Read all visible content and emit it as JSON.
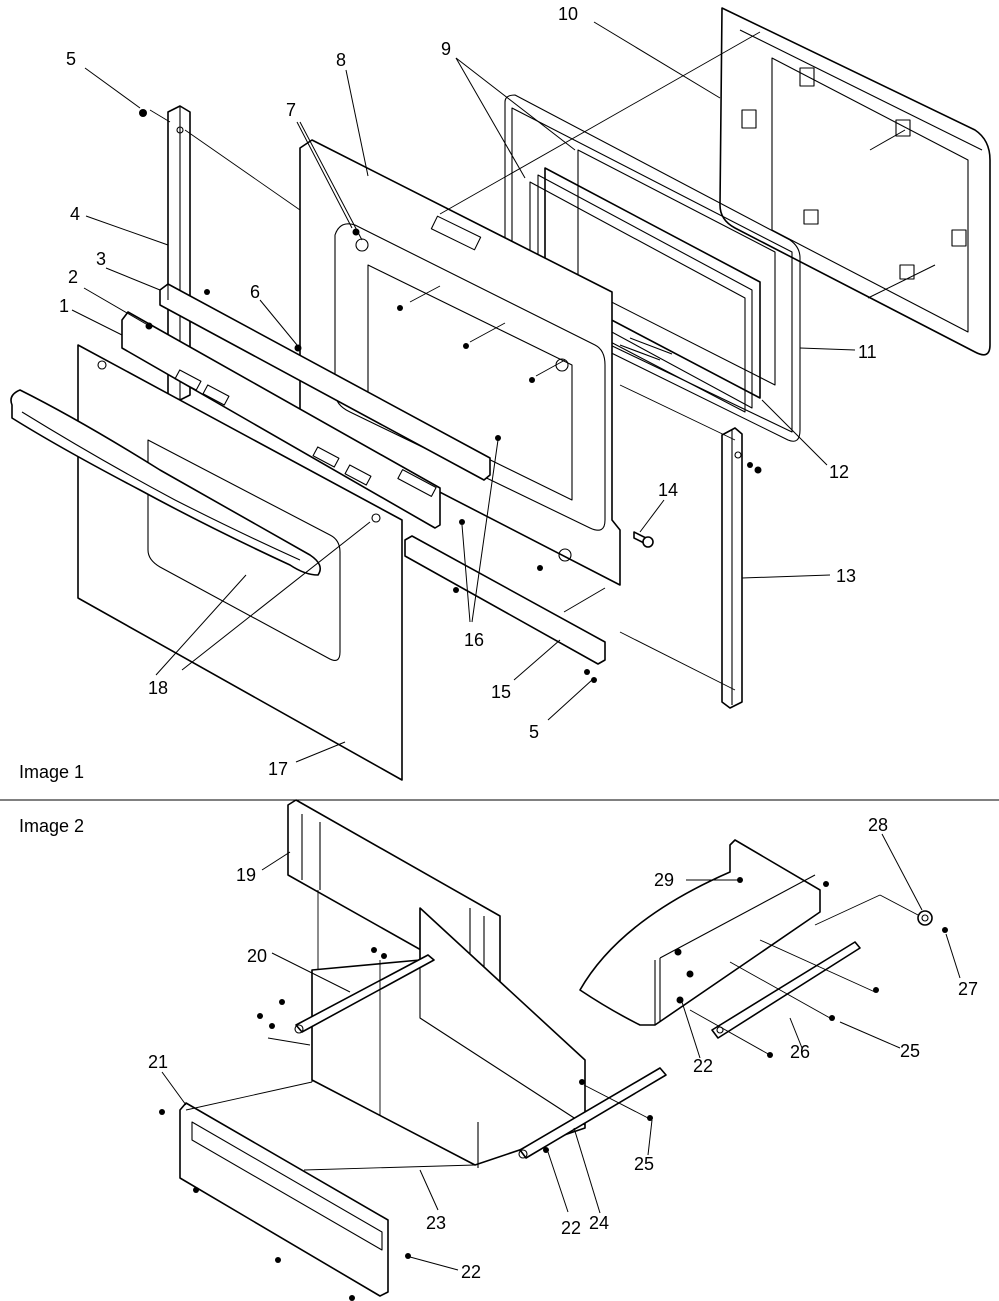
{
  "images": [
    {
      "caption": "Image 1"
    },
    {
      "caption": "Image 2"
    }
  ],
  "callouts": {
    "c1": "1",
    "c2": "2",
    "c3": "3",
    "c4": "4",
    "c5a": "5",
    "c5b": "5",
    "c6": "6",
    "c7": "7",
    "c8": "8",
    "c9": "9",
    "c10": "10",
    "c11": "11",
    "c12": "12",
    "c13": "13",
    "c14": "14",
    "c15": "15",
    "c16": "16",
    "c17": "17",
    "c18": "18",
    "c19": "19",
    "c20": "20",
    "c21": "21",
    "c22a": "22",
    "c22b": "22",
    "c22c": "22",
    "c23": "23",
    "c24": "24",
    "c25a": "25",
    "c25b": "25",
    "c26": "26",
    "c27": "27",
    "c28": "28",
    "c29": "29"
  }
}
